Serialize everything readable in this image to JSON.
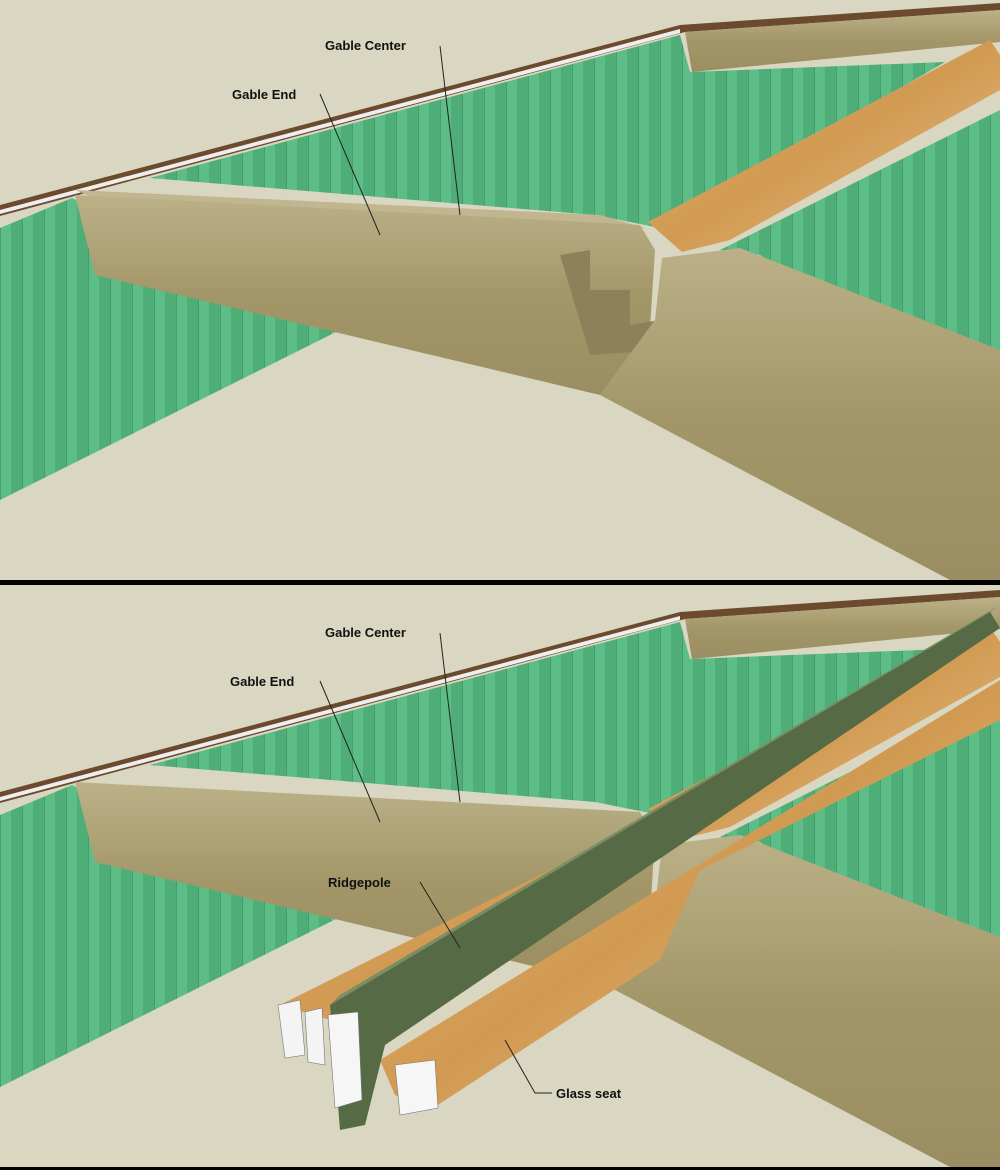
{
  "top_panel": {
    "labels": {
      "gable_center": "Gable Center",
      "gable_end": "Gable End"
    }
  },
  "bottom_panel": {
    "labels": {
      "gable_center": "Gable Center",
      "gable_end": "Gable End",
      "ridgepole": "Ridgepole",
      "glass_seat": "Glass seat"
    }
  },
  "colors": {
    "background": "#d9d6c1",
    "wall_green": "#4fae78",
    "wood_beam": "#a59a6c",
    "osb": "#d8a85e",
    "ridgepole_green": "#556a45",
    "divider": "#000000"
  }
}
